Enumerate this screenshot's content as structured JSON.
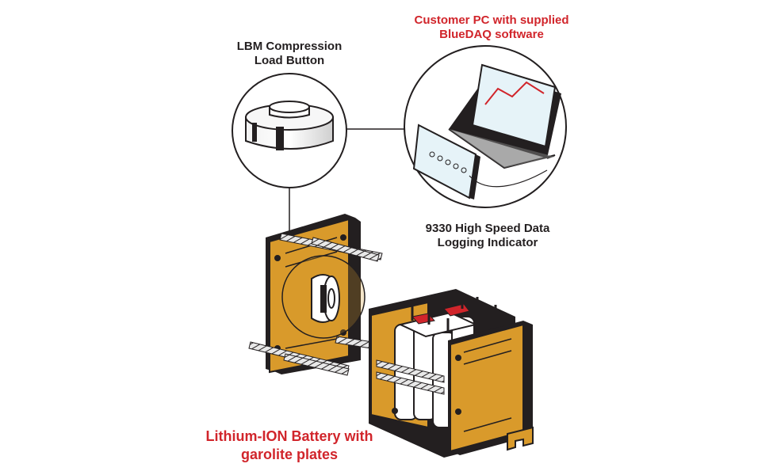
{
  "labels": {
    "load_button": [
      "LBM Compression",
      "Load Button"
    ],
    "customer_pc": [
      "Customer PC with supplied",
      "BlueDAQ software"
    ],
    "indicator": [
      "9330 High Speed Data",
      "Logging Indicator"
    ],
    "battery": [
      "Lithium-ION Battery with",
      "garolite plates"
    ]
  },
  "colors": {
    "accent": "#d1252b",
    "garolite": "#d99a2b",
    "outline": "#231f20",
    "screen": "#e6f3f8",
    "text": "#231f20"
  }
}
